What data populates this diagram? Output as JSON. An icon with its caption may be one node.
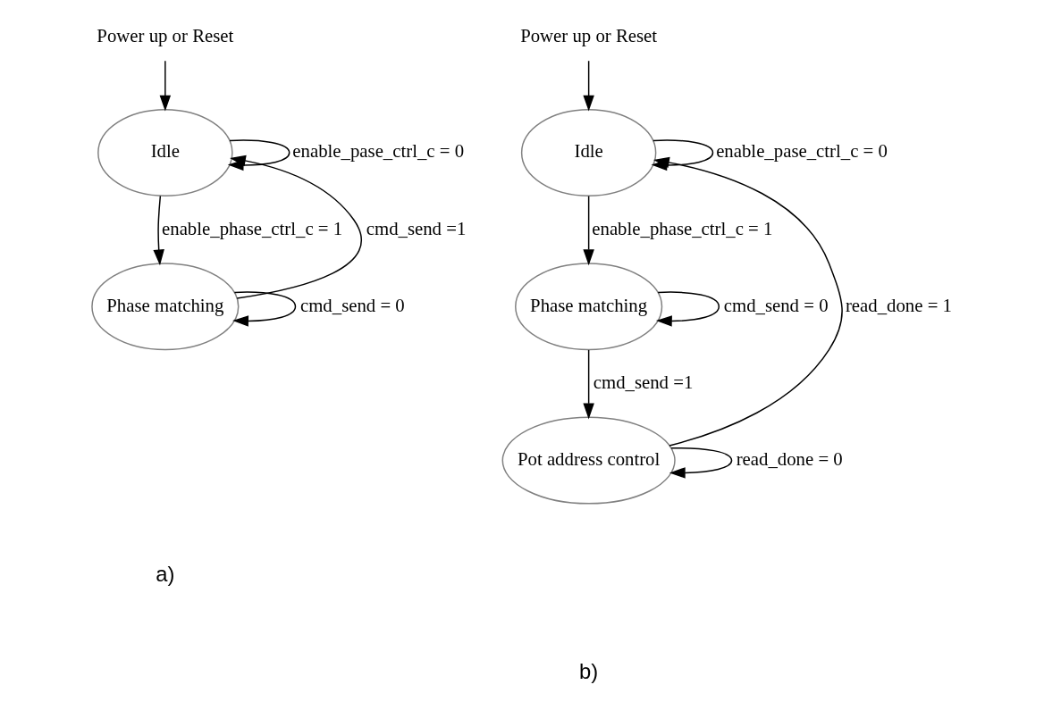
{
  "diagram": {
    "nodes": [
      {
        "text": [
          "Power up or Reset"
        ]
      },
      {
        "text": [
          "Idle"
        ]
      },
      {
        "text": [
          "Phase matching"
        ]
      },
      {
        "text": [
          "Power up or Reset"
        ]
      },
      {
        "text": [
          "Idle"
        ]
      },
      {
        "text": [
          "Phase matching"
        ]
      },
      {
        "text": [
          "Pot address control"
        ]
      }
    ],
    "edges": [
      {
        "from": 0,
        "to": 1,
        "arrow": "to"
      },
      {
        "from": 1,
        "to": 1,
        "arrow": "to",
        "label": "enable_pase_ctrl_c = 0"
      },
      {
        "from": 1,
        "to": 2,
        "arrow": "to",
        "label": "enable_phase_ctrl_c = 1"
      },
      {
        "from": 2,
        "to": 2,
        "arrow": "to",
        "label": "cmd_send = 0"
      },
      {
        "from": 2,
        "to": 1,
        "arrow": "to",
        "label": "cmd_send =1"
      },
      {
        "from": 3,
        "to": 4,
        "arrow": "to"
      },
      {
        "from": 4,
        "to": 4,
        "arrow": "to",
        "label": "enable_pase_ctrl_c = 0"
      },
      {
        "from": 4,
        "to": 5,
        "arrow": "to",
        "label": "enable_phase_ctrl_c = 1"
      },
      {
        "from": 5,
        "to": 5,
        "arrow": "to",
        "label": "cmd_send = 0"
      },
      {
        "from": 5,
        "to": 6,
        "arrow": "to",
        "label": "cmd_send =1"
      },
      {
        "from": 6,
        "to": 6,
        "arrow": "to",
        "label": "read_done = 0"
      },
      {
        "from": 6,
        "to": 4,
        "arrow": "to",
        "label": "read_done = 1"
      }
    ],
    "labels": [
      "a)",
      "b)"
    ]
  }
}
